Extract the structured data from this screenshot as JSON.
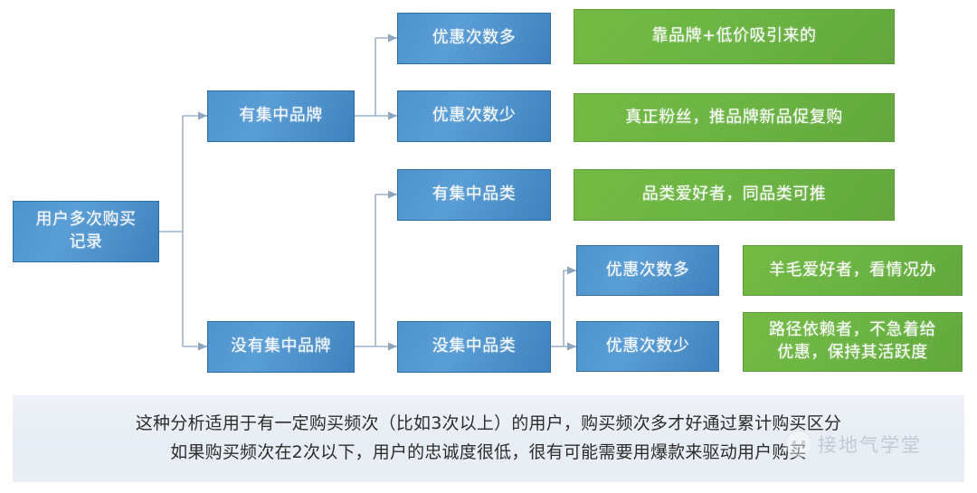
{
  "diagram": {
    "title_node": {
      "label": "用户多次购买\n记录"
    },
    "level1": [
      {
        "id": "has-brand",
        "label": "有集中品牌"
      },
      {
        "id": "no-brand",
        "label": "没有集中品牌"
      }
    ],
    "level2": [
      {
        "id": "has-category",
        "label": "有集中品类"
      },
      {
        "id": "no-category",
        "label": "没集中品类"
      }
    ],
    "leaves": [
      {
        "id": "brand-discount-many",
        "label": "优惠次数多"
      },
      {
        "id": "brand-discount-few",
        "label": "优惠次数少"
      },
      {
        "id": "nobrand-discount-many",
        "label": "优惠次数多"
      },
      {
        "id": "nobrand-discount-few",
        "label": "优惠次数少"
      }
    ],
    "conclusions": [
      {
        "id": "conclusion-brand-discount-many",
        "label": "靠品牌+低价吸引来的"
      },
      {
        "id": "conclusion-brand-discount-few",
        "label": "真正粉丝，推品牌新品促复购"
      },
      {
        "id": "conclusion-category",
        "label": "品类爱好者，同品类可推"
      },
      {
        "id": "conclusion-nobrand-discount-many",
        "label": "羊毛爱好者，看情况办"
      },
      {
        "id": "conclusion-nobrand-discount-few",
        "label": "路径依赖者，不急着给\n优惠，保持其活跃度"
      }
    ]
  },
  "summary": {
    "line1": "这种分析适用于有一定购买频次（比如3次以上）的用户，购买频次多才好通过累计购买区分",
    "line2": "如果购买频次在2次以下，用户的忠诚度很低，很有可能需要用爆款来驱动用户购买"
  },
  "watermark": {
    "text": "接地气学堂"
  },
  "colors": {
    "node_blue": "#4f93cd",
    "node_green": "#6cb544",
    "connector": "#9fb3c8",
    "summary_bg": "#e9eef5",
    "canvas_bg": "#ffffff"
  }
}
